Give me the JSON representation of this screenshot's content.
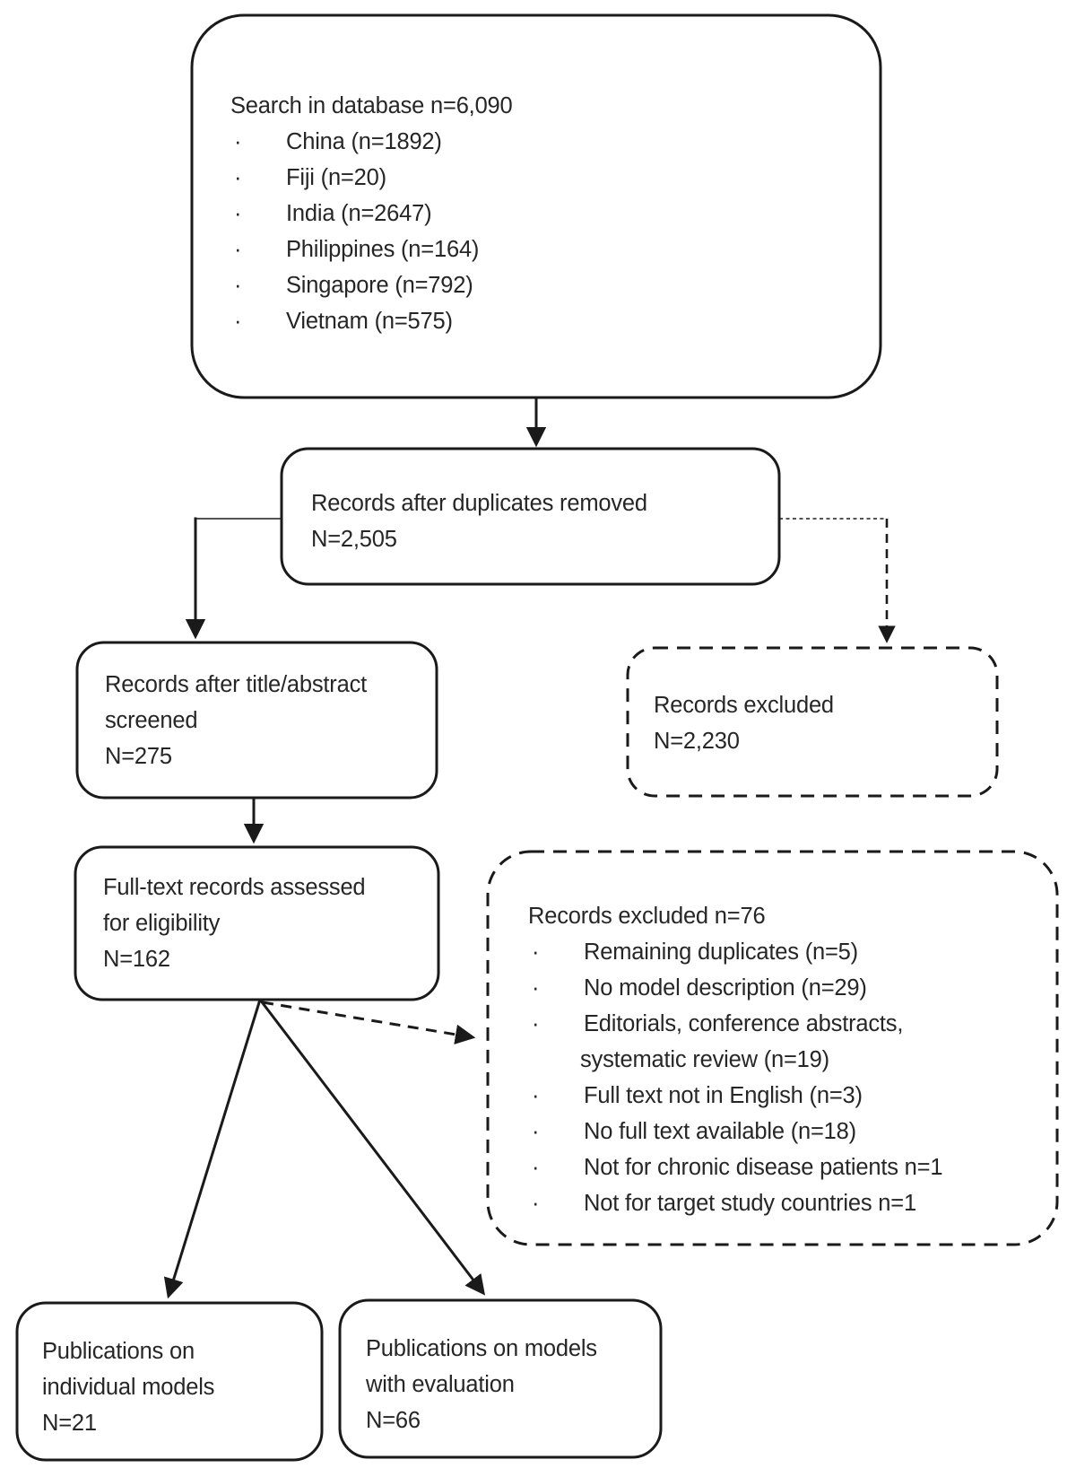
{
  "diagram": {
    "bullet_glyph": "·",
    "colors": {
      "line": "#1a1a1a",
      "text": "#262626",
      "background": "#ffffff"
    },
    "search_box": {
      "title": "Search in database n=6,090",
      "items": [
        "China (n=1892)",
        "Fiji (n=20)",
        "India (n=2647)",
        "Philippines (n=164)",
        "Singapore (n=792)",
        "Vietnam (n=575)"
      ]
    },
    "duplicates_removed_box": {
      "lines": [
        "Records after duplicates removed",
        "N=2,505"
      ]
    },
    "records_excluded_box": {
      "lines": [
        "Records excluded",
        "N=2,230"
      ]
    },
    "screened_box": {
      "lines": [
        "Records after title/abstract",
        "screened",
        "N=275"
      ]
    },
    "fulltext_box": {
      "lines": [
        "Full-text records assessed",
        "for eligibility",
        "N=162"
      ]
    },
    "fulltext_excluded_box": {
      "title": "Records excluded n=76",
      "items": [
        {
          "text": "Remaining duplicates (n=5)"
        },
        {
          "text": "No model description (n=29)"
        },
        {
          "text": "Editorials, conference abstracts,",
          "text2": "systematic review (n=19)"
        },
        {
          "text": "Full text not in English (n=3)"
        },
        {
          "text": "No full text available (n=18)"
        },
        {
          "text": "Not for chronic disease patients n=1"
        },
        {
          "text": "Not for target study countries n=1"
        }
      ]
    },
    "individual_models_box": {
      "lines": [
        "Publications on",
        "individual models",
        "N=21"
      ]
    },
    "evaluation_models_box": {
      "lines": [
        "Publications on models",
        "with evaluation",
        "N=66"
      ]
    }
  }
}
